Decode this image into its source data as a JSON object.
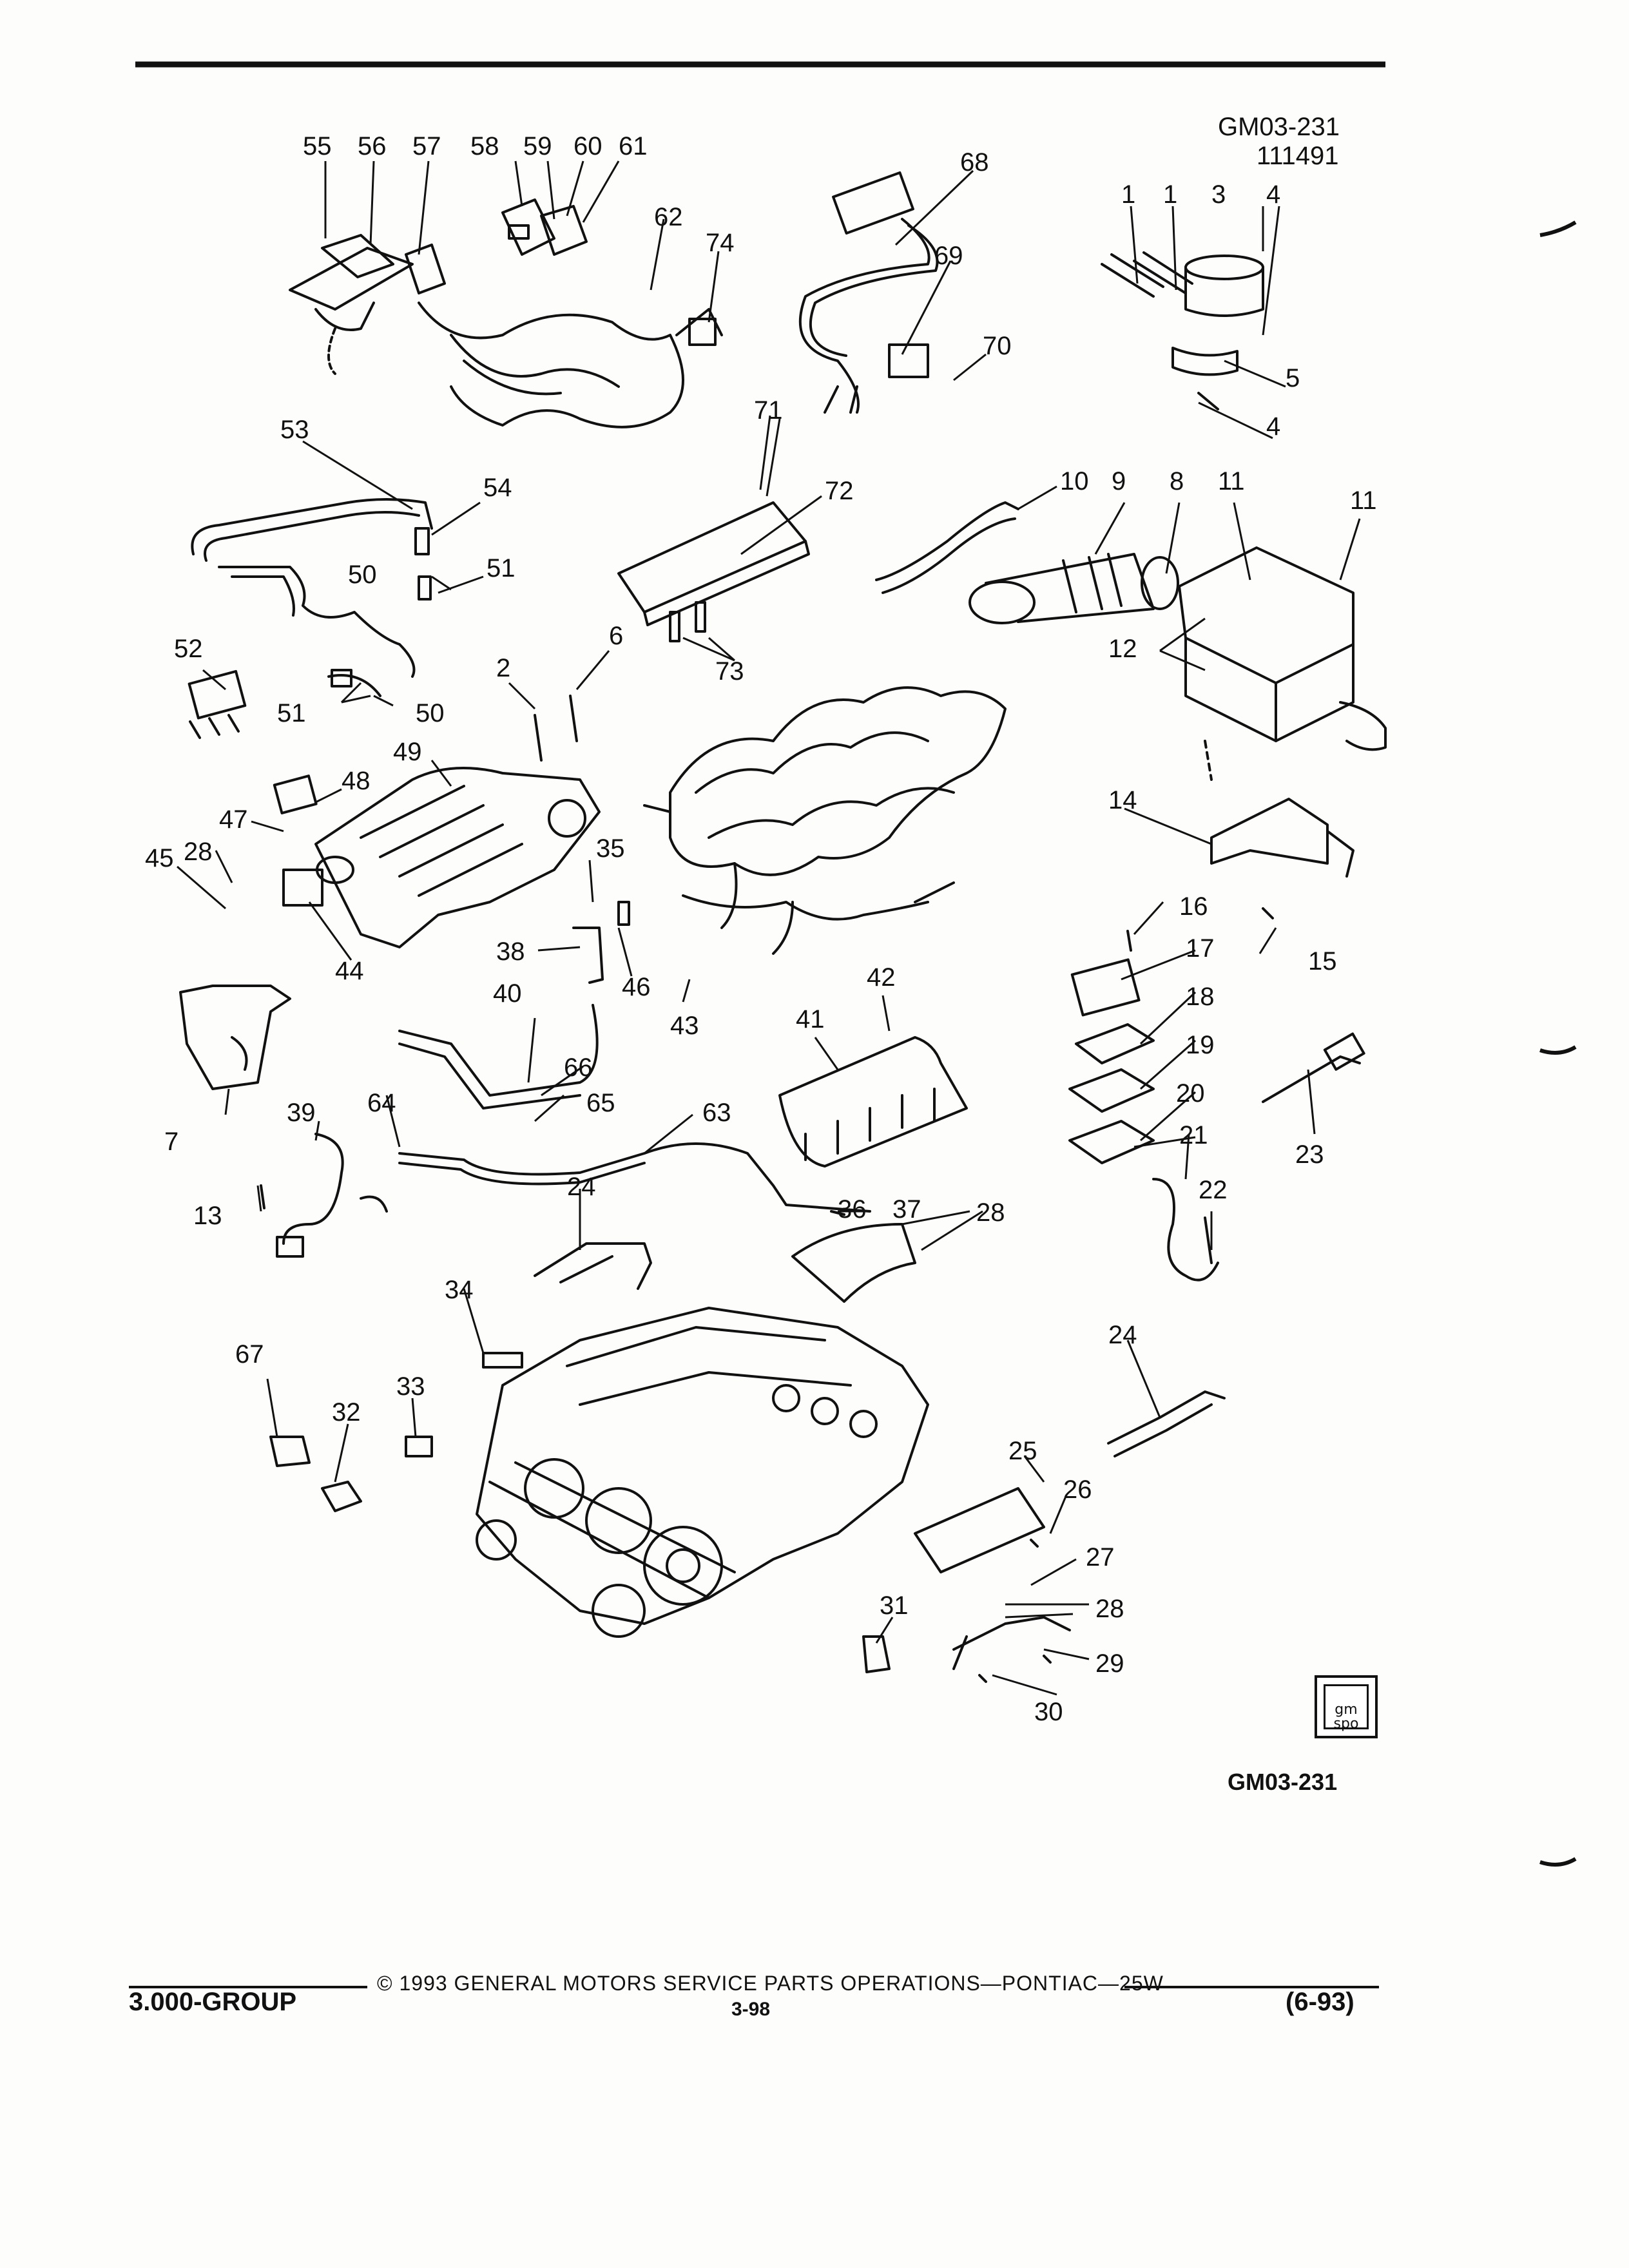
{
  "header": {
    "code": "GM03-231",
    "date_code": "111491"
  },
  "caption_code": "GM03-231",
  "logo": {
    "text": "gm spo"
  },
  "footer": {
    "group": "3.000-GROUP",
    "copyright": "© 1993 GENERAL MOTORS SERVICE PARTS OPERATIONS—PONTIAC—25W",
    "page": "3-98",
    "revision": "(6-93)"
  },
  "callouts": [
    "1",
    "1",
    "2",
    "3",
    "4",
    "4",
    "5",
    "6",
    "7",
    "8",
    "9",
    "10",
    "11",
    "11",
    "12",
    "13",
    "14",
    "15",
    "16",
    "17",
    "18",
    "19",
    "20",
    "21",
    "22",
    "23",
    "24",
    "24",
    "25",
    "26",
    "27",
    "28",
    "28",
    "28",
    "29",
    "30",
    "31",
    "32",
    "33",
    "34",
    "35",
    "36",
    "37",
    "38",
    "39",
    "40",
    "41",
    "42",
    "43",
    "44",
    "45",
    "46",
    "47",
    "48",
    "49",
    "50",
    "50",
    "51",
    "51",
    "52",
    "53",
    "54",
    "55",
    "56",
    "57",
    "58",
    "59",
    "60",
    "61",
    "62",
    "63",
    "64",
    "65",
    "66",
    "67",
    "68",
    "69",
    "70",
    "71",
    "72",
    "73",
    "74"
  ]
}
